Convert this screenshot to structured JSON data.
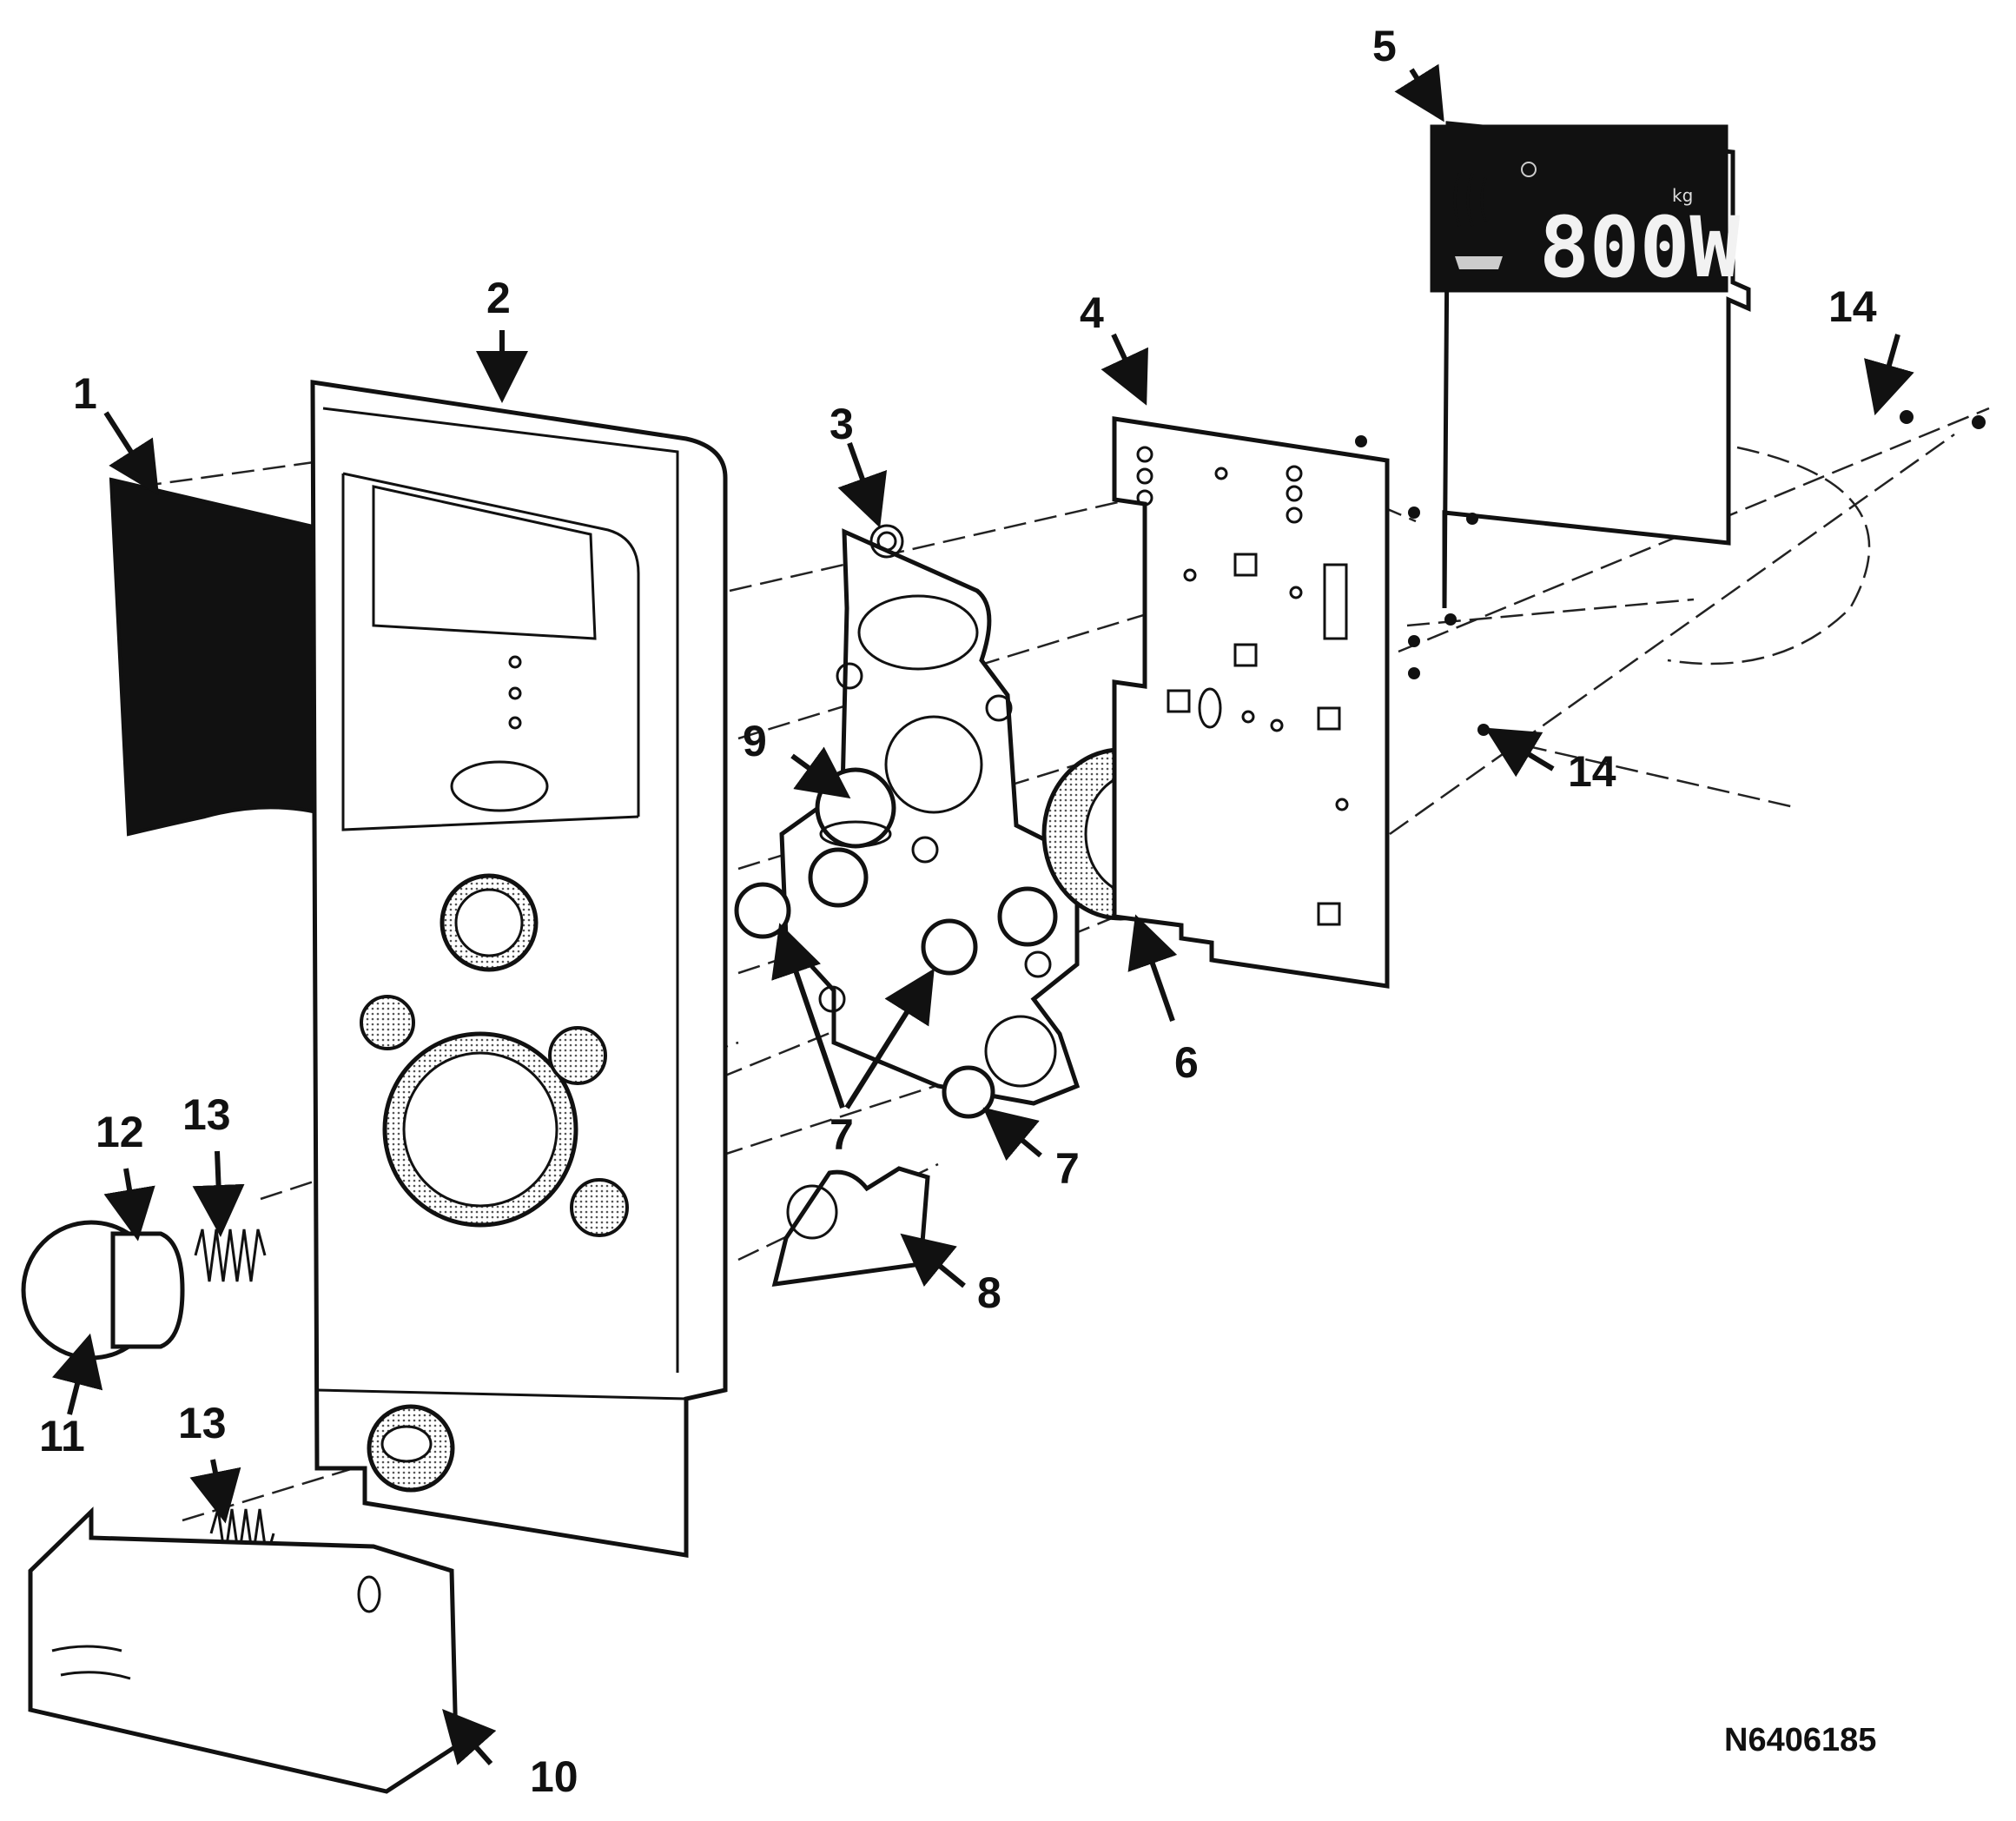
{
  "figure": {
    "document_id": "N6406185",
    "display_readout": "800W",
    "display_unit_small": "kg"
  },
  "callouts": [
    {
      "id": "1",
      "label": "1"
    },
    {
      "id": "2",
      "label": "2"
    },
    {
      "id": "3",
      "label": "3"
    },
    {
      "id": "4",
      "label": "4"
    },
    {
      "id": "5",
      "label": "5"
    },
    {
      "id": "6",
      "label": "6"
    },
    {
      "id": "7a",
      "label": "7"
    },
    {
      "id": "7b",
      "label": "7"
    },
    {
      "id": "8",
      "label": "8"
    },
    {
      "id": "9",
      "label": "9"
    },
    {
      "id": "10",
      "label": "10"
    },
    {
      "id": "11",
      "label": "11"
    },
    {
      "id": "12",
      "label": "12"
    },
    {
      "id": "13a",
      "label": "13"
    },
    {
      "id": "13b",
      "label": "13"
    },
    {
      "id": "14a",
      "label": "14"
    },
    {
      "id": "14b",
      "label": "14"
    }
  ]
}
